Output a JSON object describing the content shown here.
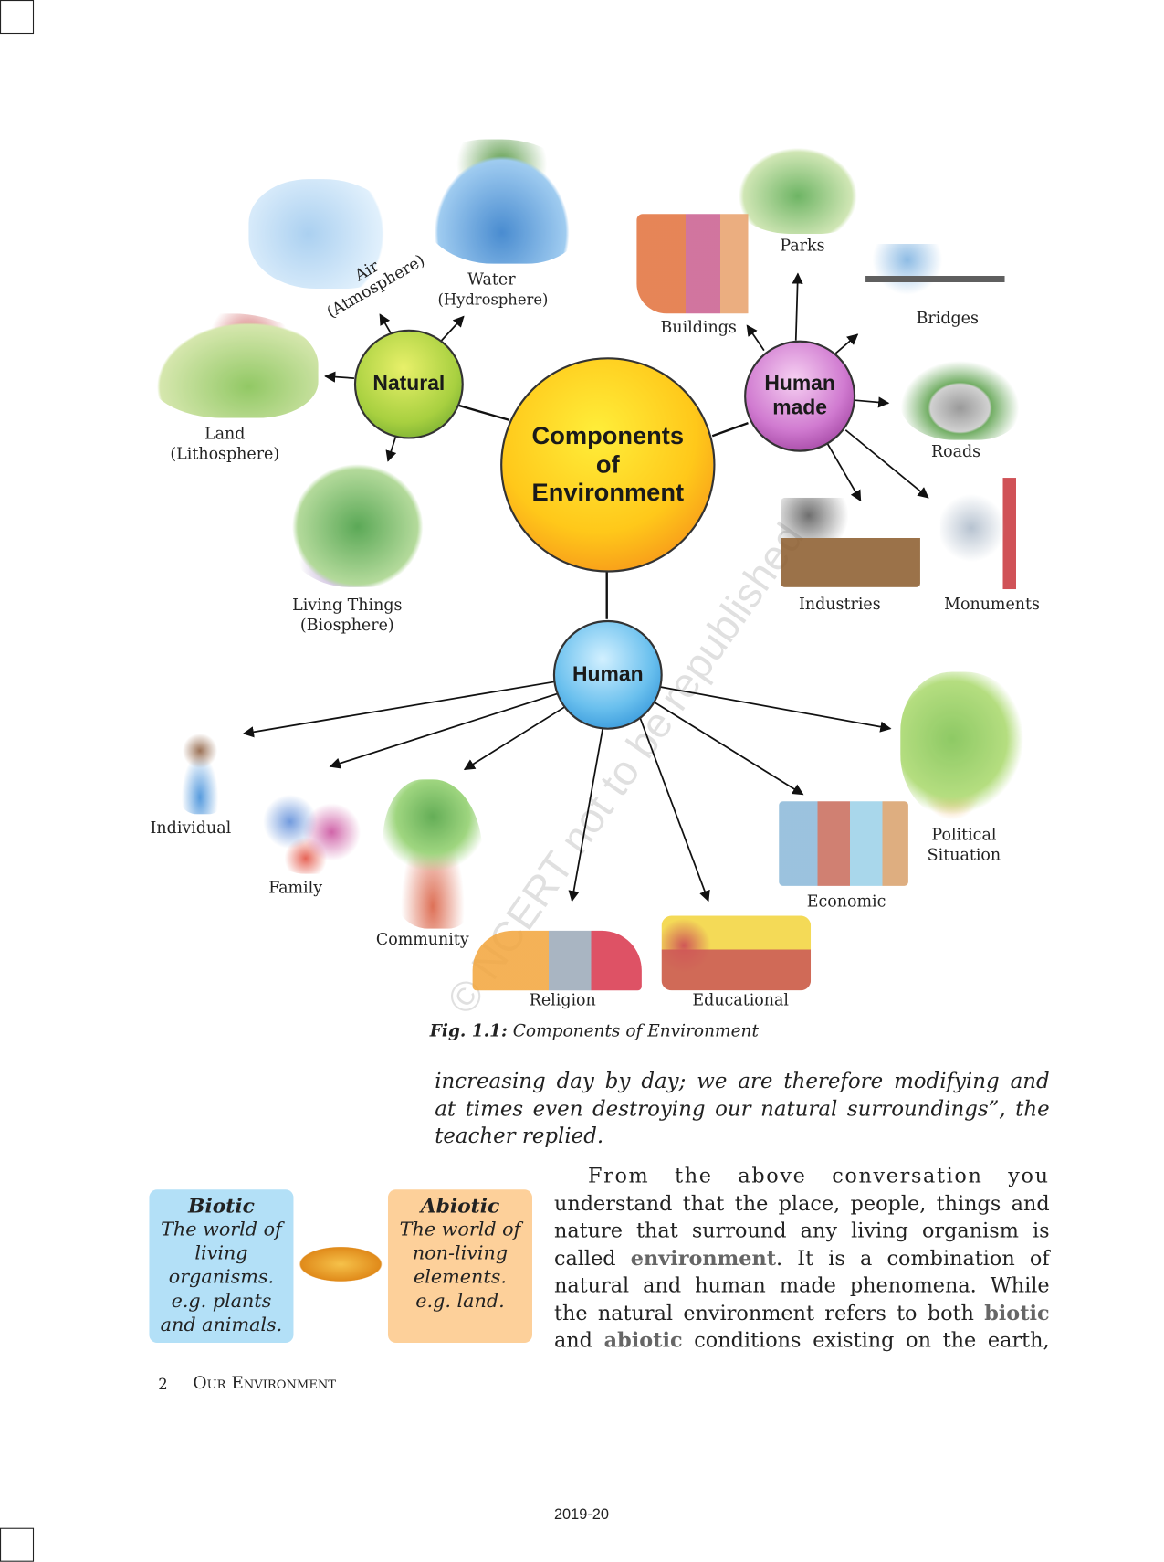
{
  "figure": {
    "center": [
      "Components",
      "of",
      "Environment"
    ],
    "natural": {
      "hub": "Natural",
      "items": [
        {
          "label": "Air",
          "sub": "(Atmosphere)"
        },
        {
          "label": "Water",
          "sub": "(Hydrosphere)"
        },
        {
          "label": "Land",
          "sub": "(Lithosphere)"
        },
        {
          "label": "Living Things",
          "sub": "(Biosphere)"
        }
      ]
    },
    "human_made": {
      "hub": [
        "Human",
        "made"
      ],
      "items": [
        "Parks",
        "Buildings",
        "Bridges",
        "Roads",
        "Industries",
        "Monuments"
      ]
    },
    "human": {
      "hub": "Human",
      "items": [
        "Individual",
        "Family",
        "Community",
        "Religion",
        "Educational",
        "Economic",
        {
          "label": "Political",
          "sub": "Situation"
        }
      ]
    },
    "caption_label": "Fig. 1.1:",
    "caption_text": "Components of Environment",
    "watermark": "© NCERT not to be republished"
  },
  "quote_lines": [
    "increasing day by day; we are therefore modifying and",
    "at times even destroying our natural surroundings”, the",
    "teacher replied."
  ],
  "paragraph": {
    "l1": "From the above conversation you",
    "l2": "understand that the place, people, things and",
    "l3": "nature that surround any living organism is",
    "l4a": "called",
    "l4b": "environment",
    "l4c": ". It is a combination of",
    "l5": "natural and human made phenomena. While",
    "l6a": "the natural environment refers to both",
    "l6b": "biotic",
    "l7a": "and",
    "l7b": "abiotic",
    "l7c": "conditions existing on the earth,"
  },
  "biotic": {
    "title": "Biotic",
    "lines": [
      "The world of",
      "living",
      "organisms.",
      "e.g. plants",
      "and animals."
    ]
  },
  "abiotic": {
    "title": "Abiotic",
    "lines": [
      "The world of",
      "non-living",
      "elements.",
      "e.g. land."
    ]
  },
  "footer": {
    "page": "2",
    "title": "Our Environment",
    "year": "2019-20"
  }
}
